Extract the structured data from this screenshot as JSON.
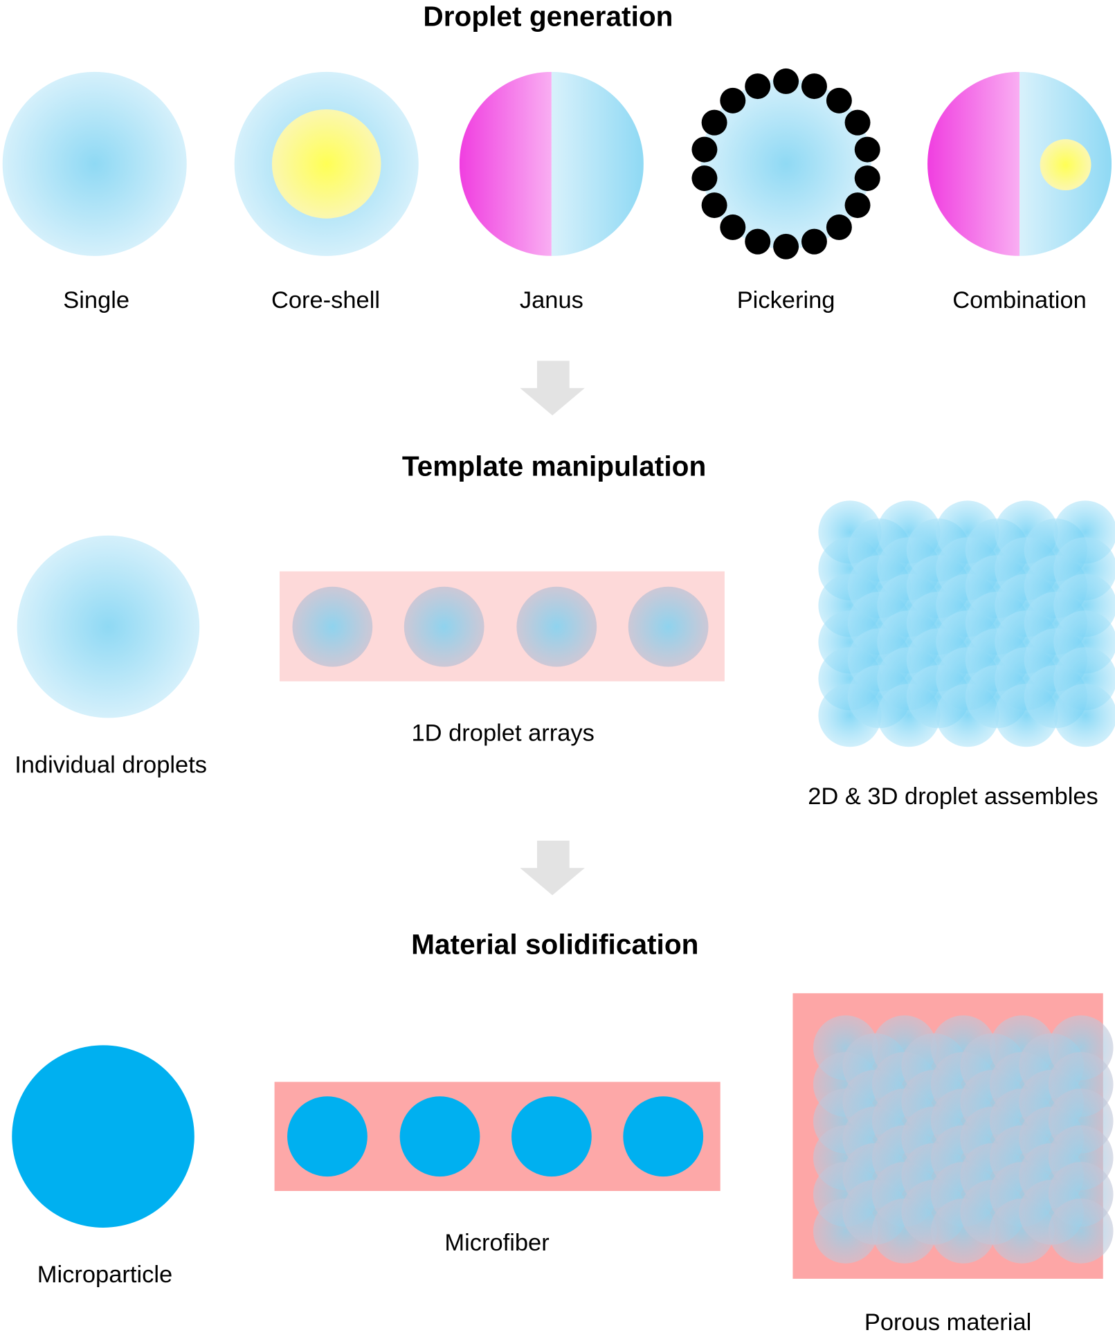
{
  "sections": {
    "generation": {
      "title": "Droplet generation",
      "items": [
        "Single",
        "Core-shell",
        "Janus",
        "Pickering",
        "Combination"
      ]
    },
    "manipulation": {
      "title": "Template manipulation",
      "items": [
        "Individual droplets",
        "1D droplet arrays",
        "2D & 3D droplet assembles"
      ]
    },
    "solidification": {
      "title": "Material solidification",
      "items": [
        "Microparticle",
        "Microfiber",
        "Porous material"
      ]
    }
  },
  "colors": {
    "droplet_blue": "#8fd9f4",
    "solid_blue": "#00b0f0",
    "core_yellow": "#ffff66",
    "janus_magenta": "#f03ee0",
    "array_bg": "#fdd9d9",
    "fiber_bg": "#fda8a8",
    "arrow_gray": "#e3e3e3"
  }
}
